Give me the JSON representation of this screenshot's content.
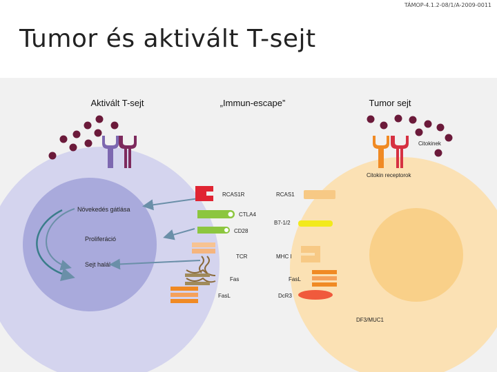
{
  "header": {
    "code": "TÁMOP-4.1.2-08/1/A-2009-0011",
    "title": "Tumor és aktivált T-sejt"
  },
  "columns": {
    "t_cell": "Aktivált T-sejt",
    "immune_escape": "„Immun-escape”",
    "tumor_cell": "Tumor sejt"
  },
  "labels": {
    "cytokines": "Citokinek",
    "cytokine_receptors": "Citokin receptorok",
    "growth_inhibition": "Növekedés gátlása",
    "proliferation": "Proliferáció",
    "cell_death": "Sejt halál",
    "rcas1r": "RCAS1R",
    "rcas1": "RCAS1",
    "ctla4": "CTLA4",
    "cd28": "CD28",
    "b7": "B7-1/2",
    "tcr": "TCR",
    "mhc": "MHC I",
    "fas": "Fas",
    "fasl_tumor": "FasL",
    "fasl_tcell": "FasL",
    "dcr3": "DcR3",
    "df3": "DF3/MUC1"
  },
  "colors": {
    "background": "#f1f1f1",
    "t_cell": "#d4d4ee",
    "t_nucleus": "#a9aadc",
    "tumor_cell": "#fbe1b4",
    "tumor_nucleus": "#f9d089",
    "cytokine": "#6b1a3a",
    "receptor_purple": "#7d2a5d",
    "receptor_orange": "#f08a24",
    "receptor_red": "#d63142",
    "arrow": "#6a8fa8",
    "green": "#8cc63f",
    "yellow": "#f2ea1c",
    "red": "#e02432"
  }
}
